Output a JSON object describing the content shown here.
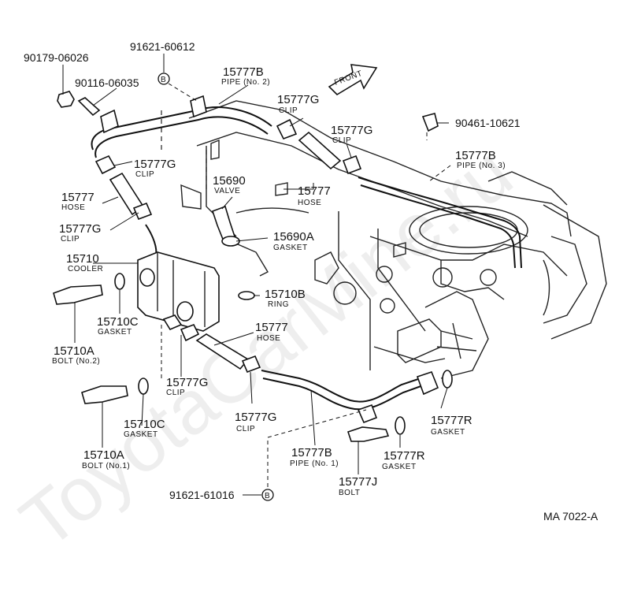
{
  "watermark": "ToyotaCarMine.ru",
  "front_label": "FRONT",
  "figure_code": "MA  7022-A",
  "callouts": [
    {
      "part": "90179-06026",
      "name": ""
    },
    {
      "part": "91621-60612",
      "name": ""
    },
    {
      "part": "90116-06035",
      "name": ""
    },
    {
      "part": "15777B",
      "name": "PIPE (No. 2)"
    },
    {
      "part": "15777G",
      "name": "CLIP"
    },
    {
      "part": "15777G",
      "name": "CLIP"
    },
    {
      "part": "90461-10621",
      "name": ""
    },
    {
      "part": "15777G",
      "name": "CLIP"
    },
    {
      "part": "15777B",
      "name": "PIPE (No. 3)"
    },
    {
      "part": "15690",
      "name": "VALVE"
    },
    {
      "part": "15777",
      "name": "HOSE"
    },
    {
      "part": "15777",
      "name": "HOSE"
    },
    {
      "part": "15777G",
      "name": "CLIP"
    },
    {
      "part": "15690A",
      "name": "GASKET"
    },
    {
      "part": "15710",
      "name": "COOLER"
    },
    {
      "part": "15710B",
      "name": "RING"
    },
    {
      "part": "15710C",
      "name": "GASKET"
    },
    {
      "part": "15777",
      "name": "HOSE"
    },
    {
      "part": "15710A",
      "name": "BOLT (No.2)"
    },
    {
      "part": "15777G",
      "name": "CLIP"
    },
    {
      "part": "15777R",
      "name": "GASKET"
    },
    {
      "part": "15777G",
      "name": "CLIP"
    },
    {
      "part": "15710C",
      "name": "GASKET"
    },
    {
      "part": "15710A",
      "name": "BOLT (No.1)"
    },
    {
      "part": "15777R",
      "name": "GASKET"
    },
    {
      "part": "15777B",
      "name": "PIPE (No. 1)"
    },
    {
      "part": "15777J",
      "name": "BOLT"
    },
    {
      "part": "91621-61016",
      "name": ""
    }
  ],
  "markers": [
    "B",
    "B"
  ]
}
